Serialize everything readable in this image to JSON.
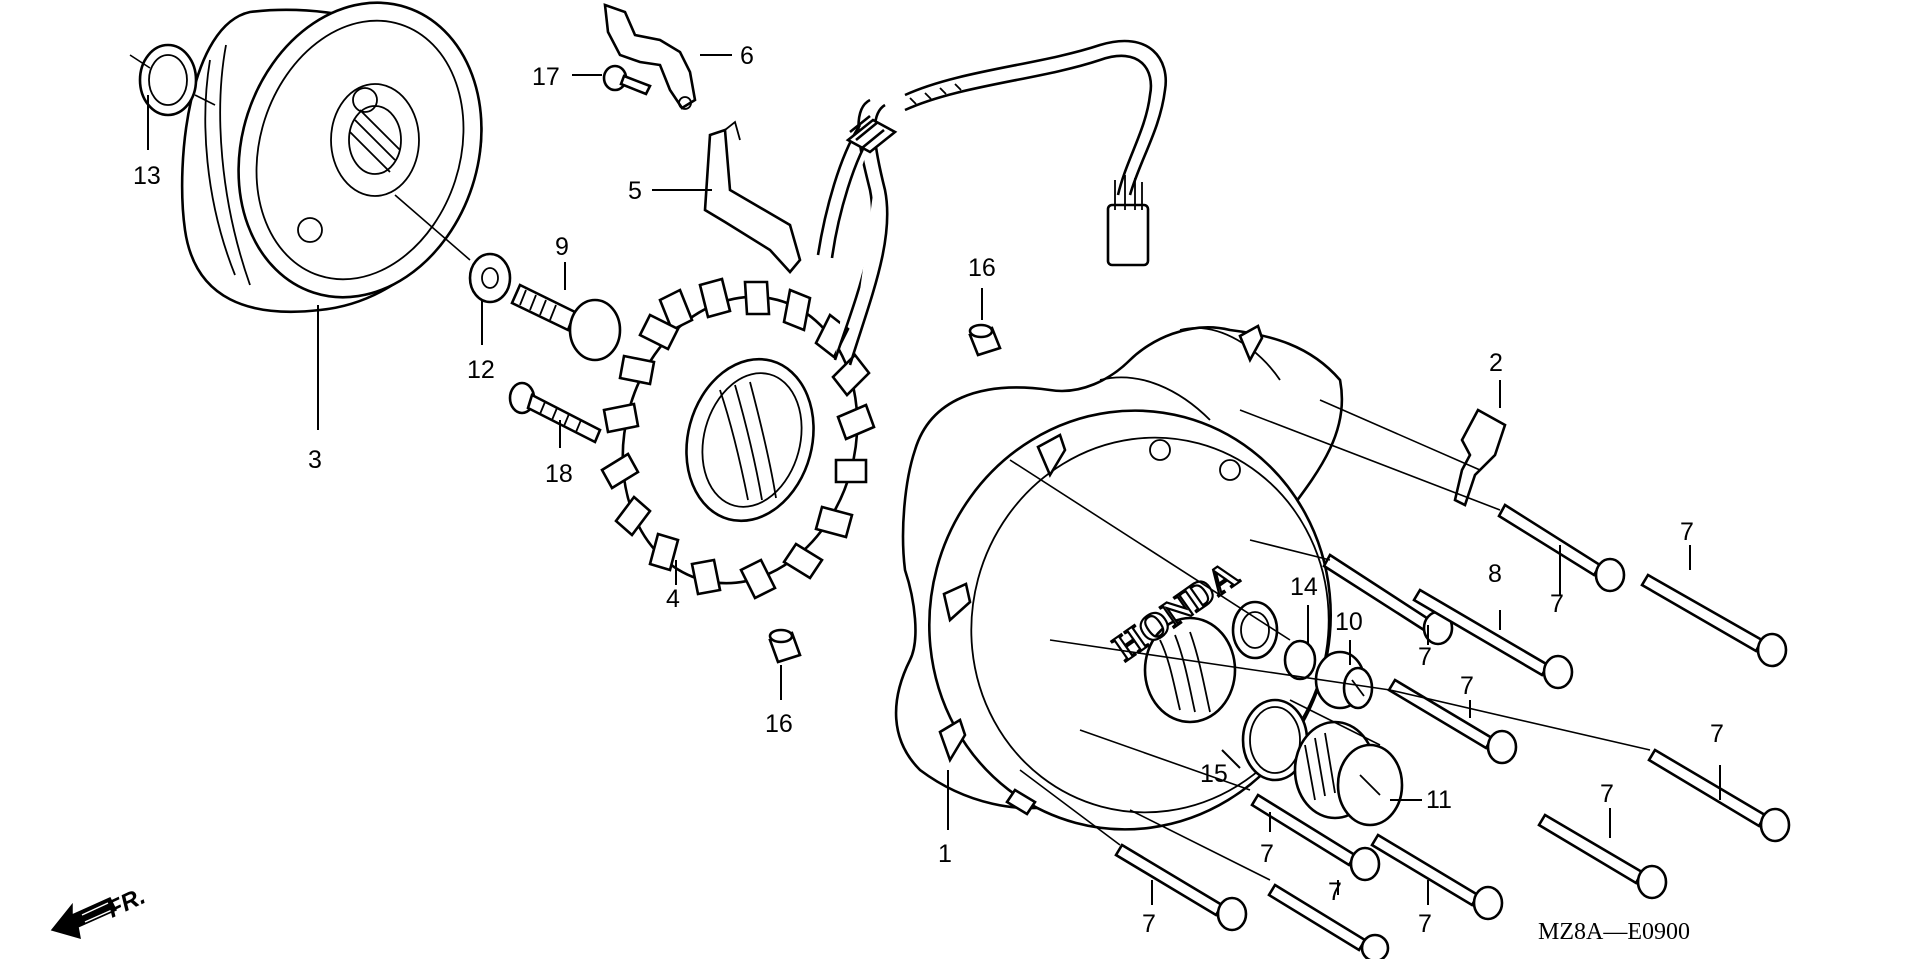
{
  "diagram": {
    "code": "MZ8A—E0900",
    "direction_label": "FR.",
    "cover_brand": "HONDA",
    "callouts": {
      "c1": "1",
      "c2": "2",
      "c3": "3",
      "c4": "4",
      "c5": "5",
      "c6": "6",
      "c7": "7",
      "c8": "8",
      "c9": "9",
      "c10": "10",
      "c11": "11",
      "c12": "12",
      "c13": "13",
      "c14": "14",
      "c15": "15",
      "c16": "16",
      "c17": "17",
      "c18": "18"
    }
  }
}
